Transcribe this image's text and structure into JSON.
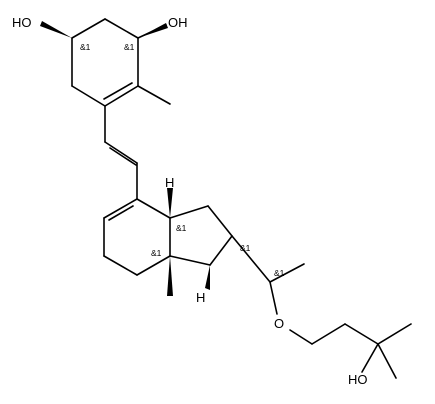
{
  "diagram": {
    "colors": {
      "bond": "#000000",
      "background": "#ffffff"
    },
    "atom_labels": {
      "oh_top_left": "HO",
      "oh_top_right": "OH",
      "h_ring_junction_upper": "H",
      "h_ring_junction_lower": "H",
      "o_ether": "O",
      "oh_tertiary": "HO"
    },
    "stereo_labels": {
      "c1": "&1",
      "c3": "&1",
      "c_junction_upper": "&1",
      "c_junction_lower": "&1",
      "c17": "&1",
      "c20": "&1"
    }
  }
}
